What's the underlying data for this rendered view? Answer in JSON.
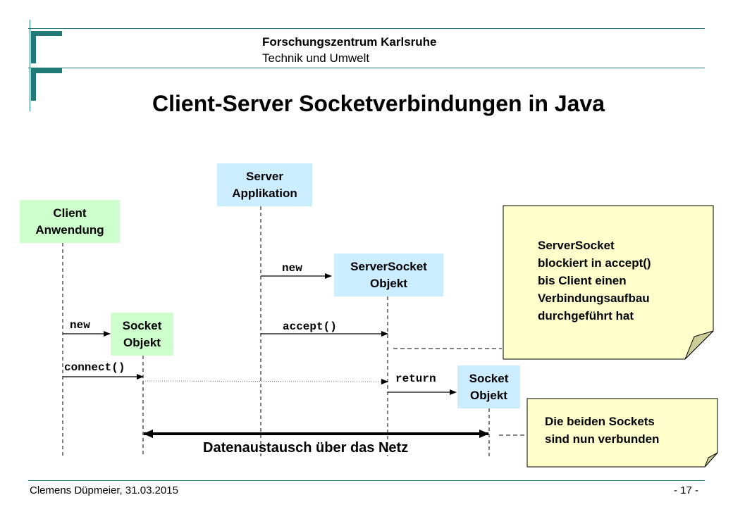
{
  "header": {
    "org_line1": "Forschungszentrum Karlsruhe",
    "org_line2": "Technik und Umwelt"
  },
  "title": "Client-Server Socketverbindungen in Java",
  "boxes": {
    "client_app": {
      "line1": "Client",
      "line2": "Anwendung"
    },
    "server_app": {
      "line1": "Server",
      "line2": "Applikation"
    },
    "server_socket": {
      "line1": "ServerSocket",
      "line2": "Objekt"
    },
    "client_socket": {
      "line1": "Socket",
      "line2": "Objekt"
    },
    "server_side_socket": {
      "line1": "Socket",
      "line2": "Objekt"
    }
  },
  "messages": {
    "new_server": "new",
    "accept": "accept()",
    "new_client": "new",
    "connect": "connect()",
    "return": "return"
  },
  "notes": {
    "note1": {
      "lines": [
        "ServerSocket",
        "blockiert in accept()",
        "bis Client einen",
        "Verbindungsaufbau",
        "durchgeführt hat"
      ]
    },
    "note2": {
      "lines": [
        "Die beiden Sockets",
        "sind nun verbunden"
      ]
    }
  },
  "data_exchange_label": "Datenaustausch über das Netz",
  "footer": {
    "author_date": "Clemens Düpmeier, 31.03.2015",
    "page": "- 17 -"
  },
  "colors": {
    "teal": "#1f7a78",
    "green_box": "#ccffcc",
    "blue_box": "#ccecff",
    "note_bg": "#ffffcc"
  }
}
